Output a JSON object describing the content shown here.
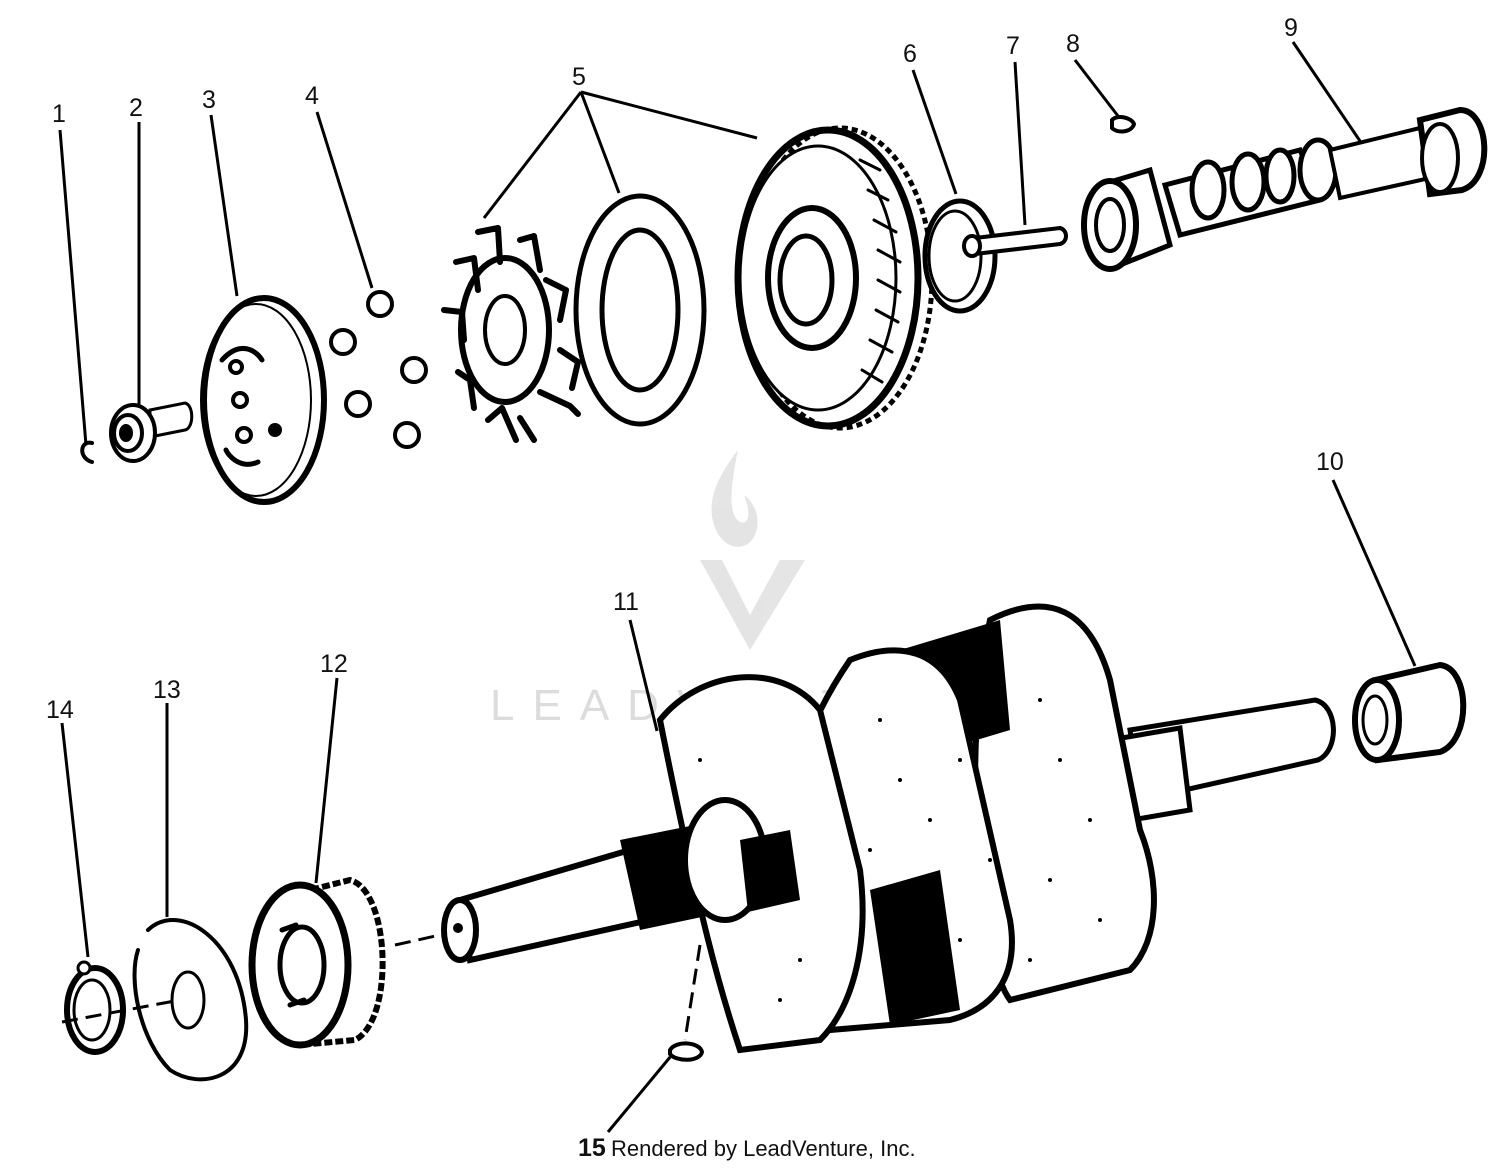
{
  "callouts": [
    {
      "id": "1",
      "label": "1"
    },
    {
      "id": "2",
      "label": "2"
    },
    {
      "id": "3",
      "label": "3"
    },
    {
      "id": "4",
      "label": "4"
    },
    {
      "id": "5",
      "label": "5"
    },
    {
      "id": "6",
      "label": "6"
    },
    {
      "id": "7",
      "label": "7"
    },
    {
      "id": "8",
      "label": "8"
    },
    {
      "id": "9",
      "label": "9"
    },
    {
      "id": "10",
      "label": "10"
    },
    {
      "id": "11",
      "label": "11"
    },
    {
      "id": "12",
      "label": "12"
    },
    {
      "id": "13",
      "label": "13"
    },
    {
      "id": "14",
      "label": "14"
    },
    {
      "id": "15",
      "label": "15"
    }
  ],
  "credit": "Rendered by LeadVenture, Inc.",
  "watermark": {
    "text": "LEADVENTURE",
    "color": "#d9d9d9"
  },
  "colors": {
    "ink": "#000000",
    "background": "#ffffff"
  }
}
